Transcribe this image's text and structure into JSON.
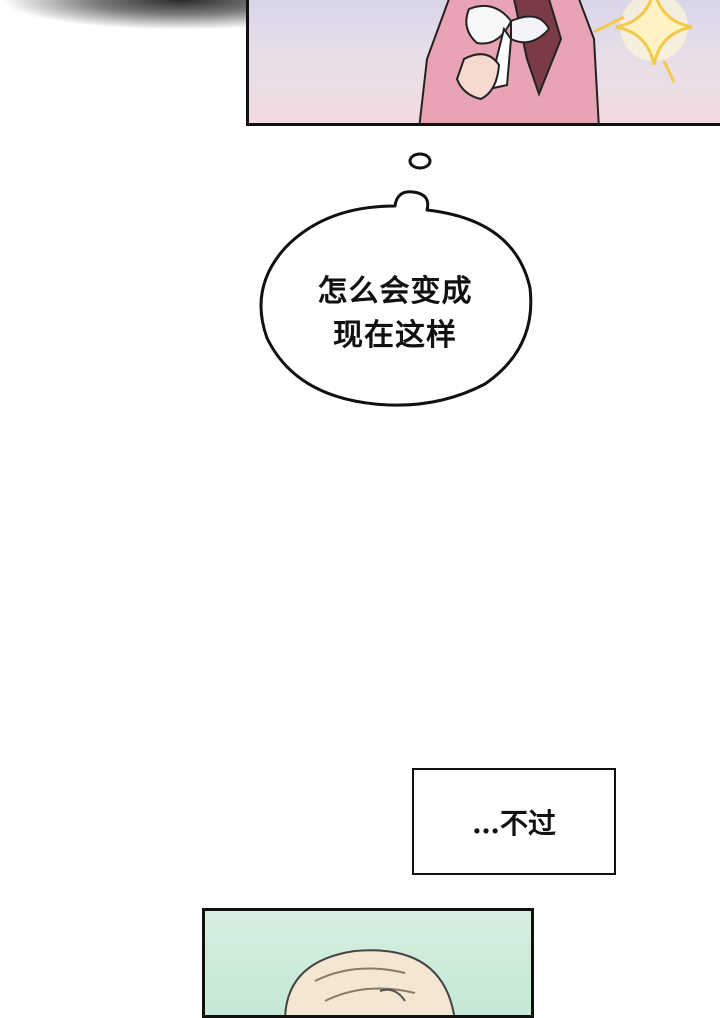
{
  "thought_bubble": {
    "line1": "怎么会变成",
    "line2": "现在这样"
  },
  "narration": {
    "text": "…不过"
  },
  "colors": {
    "top_panel_sky": "#d9d6ea",
    "top_panel_pink": "#e8a4b4",
    "bottom_panel_bg": "#c5e8d5",
    "sparkle": "#f2c94c",
    "ink": "#111111"
  }
}
